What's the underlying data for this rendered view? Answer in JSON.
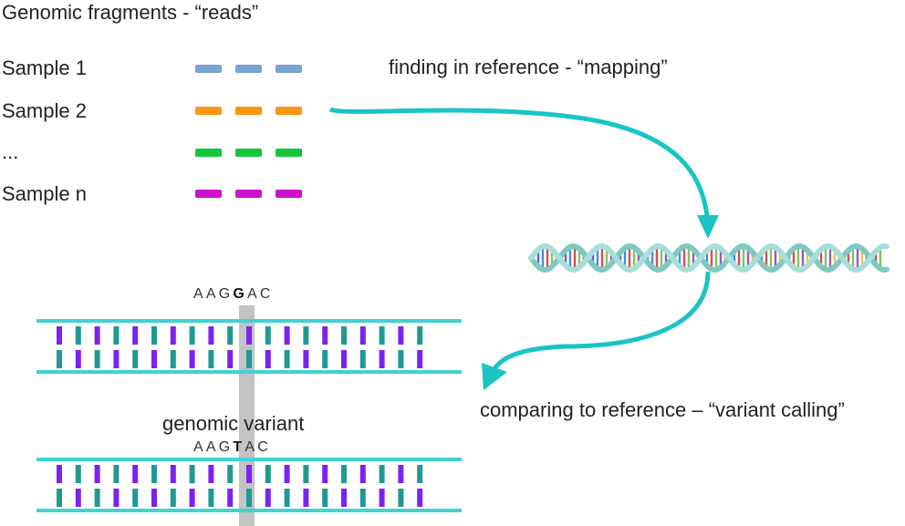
{
  "title": "Genomic fragments -  “reads”",
  "samples": [
    {
      "label": "Sample 1",
      "color": "#7aa3d1"
    },
    {
      "label": "Sample 2",
      "color": "#f7970e"
    },
    {
      "label": "...",
      "color": "#14c53a"
    },
    {
      "label": "Sample n",
      "color": "#cc11cc"
    }
  ],
  "mapping_label": "finding in reference - “mapping”",
  "variant_calling_label": "comparing to reference – “variant calling”",
  "genomic_variant_label": "genomic variant",
  "reference_sequence": {
    "before": "AAG",
    "highlight": "G",
    "after": "AC"
  },
  "variant_sequence": {
    "before": "AAG",
    "highlight": "T",
    "after": "AC"
  },
  "colors": {
    "arrow": "#19c4c4",
    "backbone": "#41d2d2",
    "base_purple": "#7b22f0",
    "base_teal": "#1f9a93",
    "highlight_band": "#bdbdbd"
  }
}
